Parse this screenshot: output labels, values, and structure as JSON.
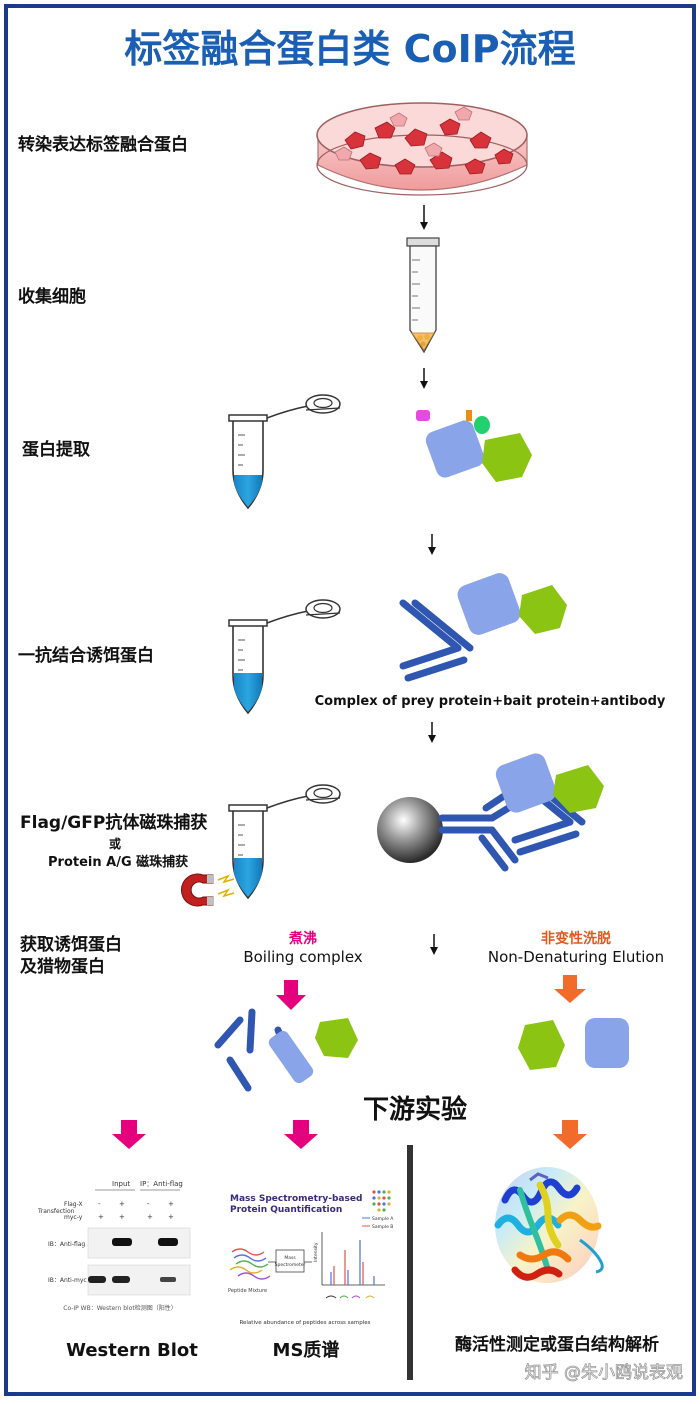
{
  "title": "标签融合蛋白类 CoIP流程",
  "steps": {
    "transfect": "转染表达标签融合蛋白",
    "collect": "收集细胞",
    "extract": "蛋白提取",
    "primary_ab": "一抗结合诱饵蛋白",
    "beads_line1": "Flag/GFP抗体磁珠捕获",
    "beads_or": "或",
    "beads_line2": "Protein A/G 磁珠捕获",
    "obtain_line1": "获取诱饵蛋白",
    "obtain_line2": "及猎物蛋白"
  },
  "complex_label": "Complex of prey protein+bait protein+antibody",
  "boiling": {
    "cn": "煮沸",
    "en": "Boiling complex"
  },
  "non_denaturing": {
    "cn": "非变性洗脱",
    "en": "Non-Denaturing Elution"
  },
  "downstream": "下游实验",
  "wb_panel": {
    "col_input": "Input",
    "col_ip": "IP：Anti-flag",
    "row_flag": "Flag-X",
    "row_myc": "myc-y",
    "row_group": "Transfection",
    "signs_flag": [
      "-",
      "+",
      "-",
      "+"
    ],
    "signs_myc": [
      "+",
      "+",
      "+",
      "+"
    ],
    "ib_flag": "IB：Anti-flag",
    "ib_myc": "IB：Anti-myc",
    "caption": "Co-IP WB：Western blot检测图（阳性）"
  },
  "ms_panel": {
    "title_line1": "Mass Spectrometry-based",
    "title_line2": "Protein Quantification",
    "box_line1": "Mass",
    "box_line2": "Spectrometer",
    "peptide_label": "Peptide Mixture",
    "intensity_label": "Intensity",
    "legend_a": "Sample A",
    "legend_b": "Sample B",
    "caption": "Relative abundance of peptides across samples"
  },
  "bottom": {
    "wb": "Western Blot",
    "ms": "MS质谱",
    "enzyme": "酶活性测定或蛋白结构解析"
  },
  "watermark": "知乎 @朱小鸥说表观",
  "colors": {
    "title": "#1a5fb4",
    "frame": "#1a3a8c",
    "magenta_arrow": "#e5007e",
    "orange_arrow": "#f26b2b",
    "boiling_text": "#e5007e",
    "non_denaturing_text": "#e05a20",
    "antibody": "#2f56b0",
    "bait": "#8aa4ea",
    "prey": "#8cc414"
  }
}
